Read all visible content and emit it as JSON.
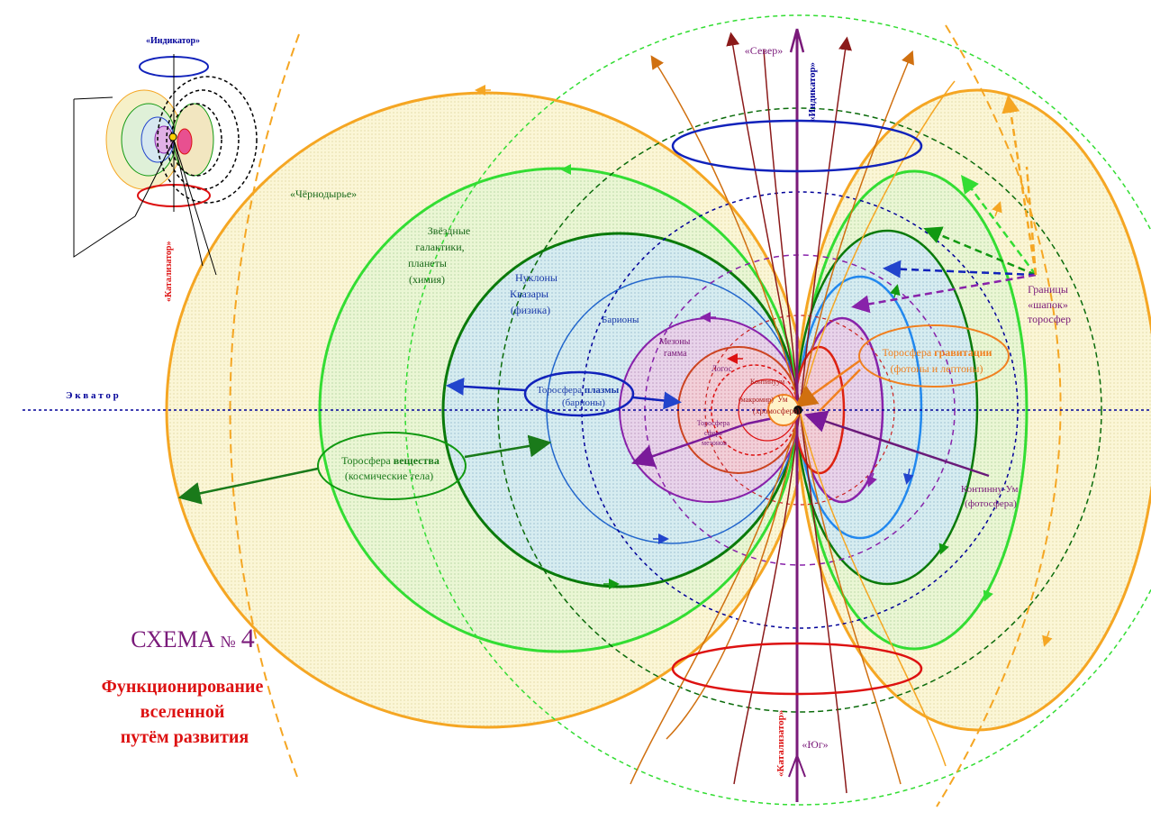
{
  "labels": {
    "north": "«Север»",
    "south": "«Юг»",
    "indicator_vertical": "«Индикатор»",
    "catalyst_vertical": "«Катализатор»",
    "equator": "Э к в а т о р",
    "chernodyrie": "«Чёрнодырье»",
    "star_galaxies": [
      "Звёздные",
      "галактики,",
      "планеты",
      "(химия)"
    ],
    "nucleons": [
      "Нуклоны",
      "Квазары",
      "(физика)"
    ],
    "baryons": "Барионы",
    "mesons": [
      "Мезоны",
      "гамма"
    ],
    "logos": "Логос",
    "continuum": [
      "Континуум",
      "(макромир)"
    ],
    "torosfera_sfera": [
      "Торосфера",
      "сфера",
      "мезонов"
    ],
    "photon": [
      "Ум",
      "(хромосфера)"
    ],
    "kontinu_um": [
      "Континну-Ум",
      "(фотосфера)"
    ],
    "plasma_oval": [
      "Торосфера плазмы",
      "(барионы)"
    ],
    "plasma_oval_prefix": "Торосфера ",
    "plasma_oval_bold": "плазмы",
    "plasma_oval_sub": "(барионы)",
    "substance_oval_prefix": "Торосфера ",
    "substance_oval_bold": "вещества",
    "substance_oval_sub": "(космические тела)",
    "gravitation_oval_prefix": "Торосфера ",
    "gravitation_oval_bold": "гравитации",
    "gravitation_oval_sub": "(фотоны и лептоны)",
    "boundaries": [
      "Границы",
      "«шапок»",
      "торосфер"
    ],
    "inset_indicator": "«Индикатор»",
    "inset_catalyst": "«Катализатор»"
  },
  "title": {
    "scheme": "СХЕМА",
    "number_sign": "№",
    "number": "4",
    "subtitle": [
      "Функционирование",
      "вселенной",
      "путём развития"
    ]
  },
  "colors": {
    "orange": "#f5a623",
    "light_green": "#33dd33",
    "green": "#119911",
    "dark_green": "#0a6b0a",
    "blue": "#2244cc",
    "purple": "#8822aa",
    "red": "#dd1111",
    "brown": "#8b1a1a",
    "navy": "#000099",
    "title_purple": "#7a1a7a"
  }
}
